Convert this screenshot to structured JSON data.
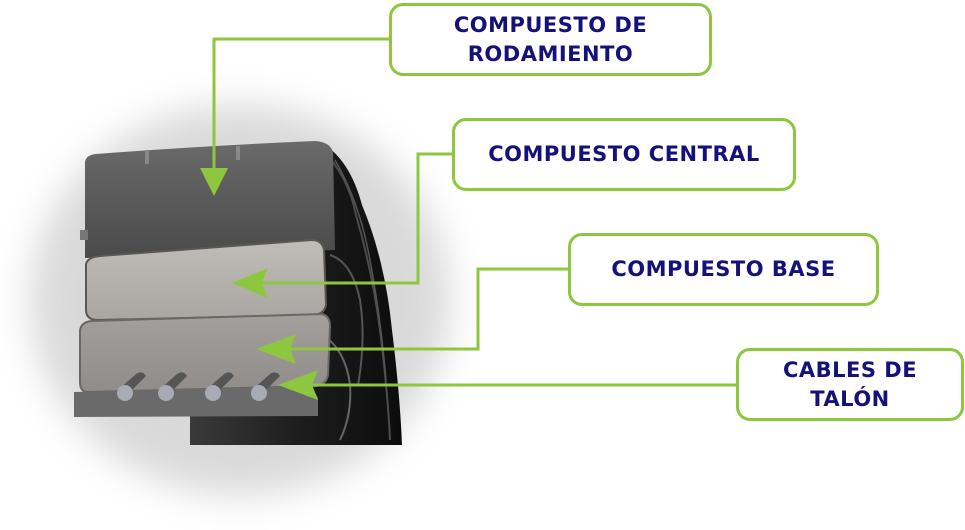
{
  "labels": {
    "tread_compound": "COMPUESTO DE\nRODAMIENTO",
    "central_compound": "COMPUESTO CENTRAL",
    "base_compound": "COMPUESTO BASE",
    "bead_cables": "CABLES DE\nTALÓN"
  },
  "colors": {
    "accent_green": "#8dc63f",
    "label_text": "#14127a",
    "tread": "#5a5a5a",
    "central_layer": "#b3b0ac",
    "base_layer": "#9a9795",
    "sidewall": "#2a2a2a",
    "bead_wire": "#a8abb4"
  }
}
